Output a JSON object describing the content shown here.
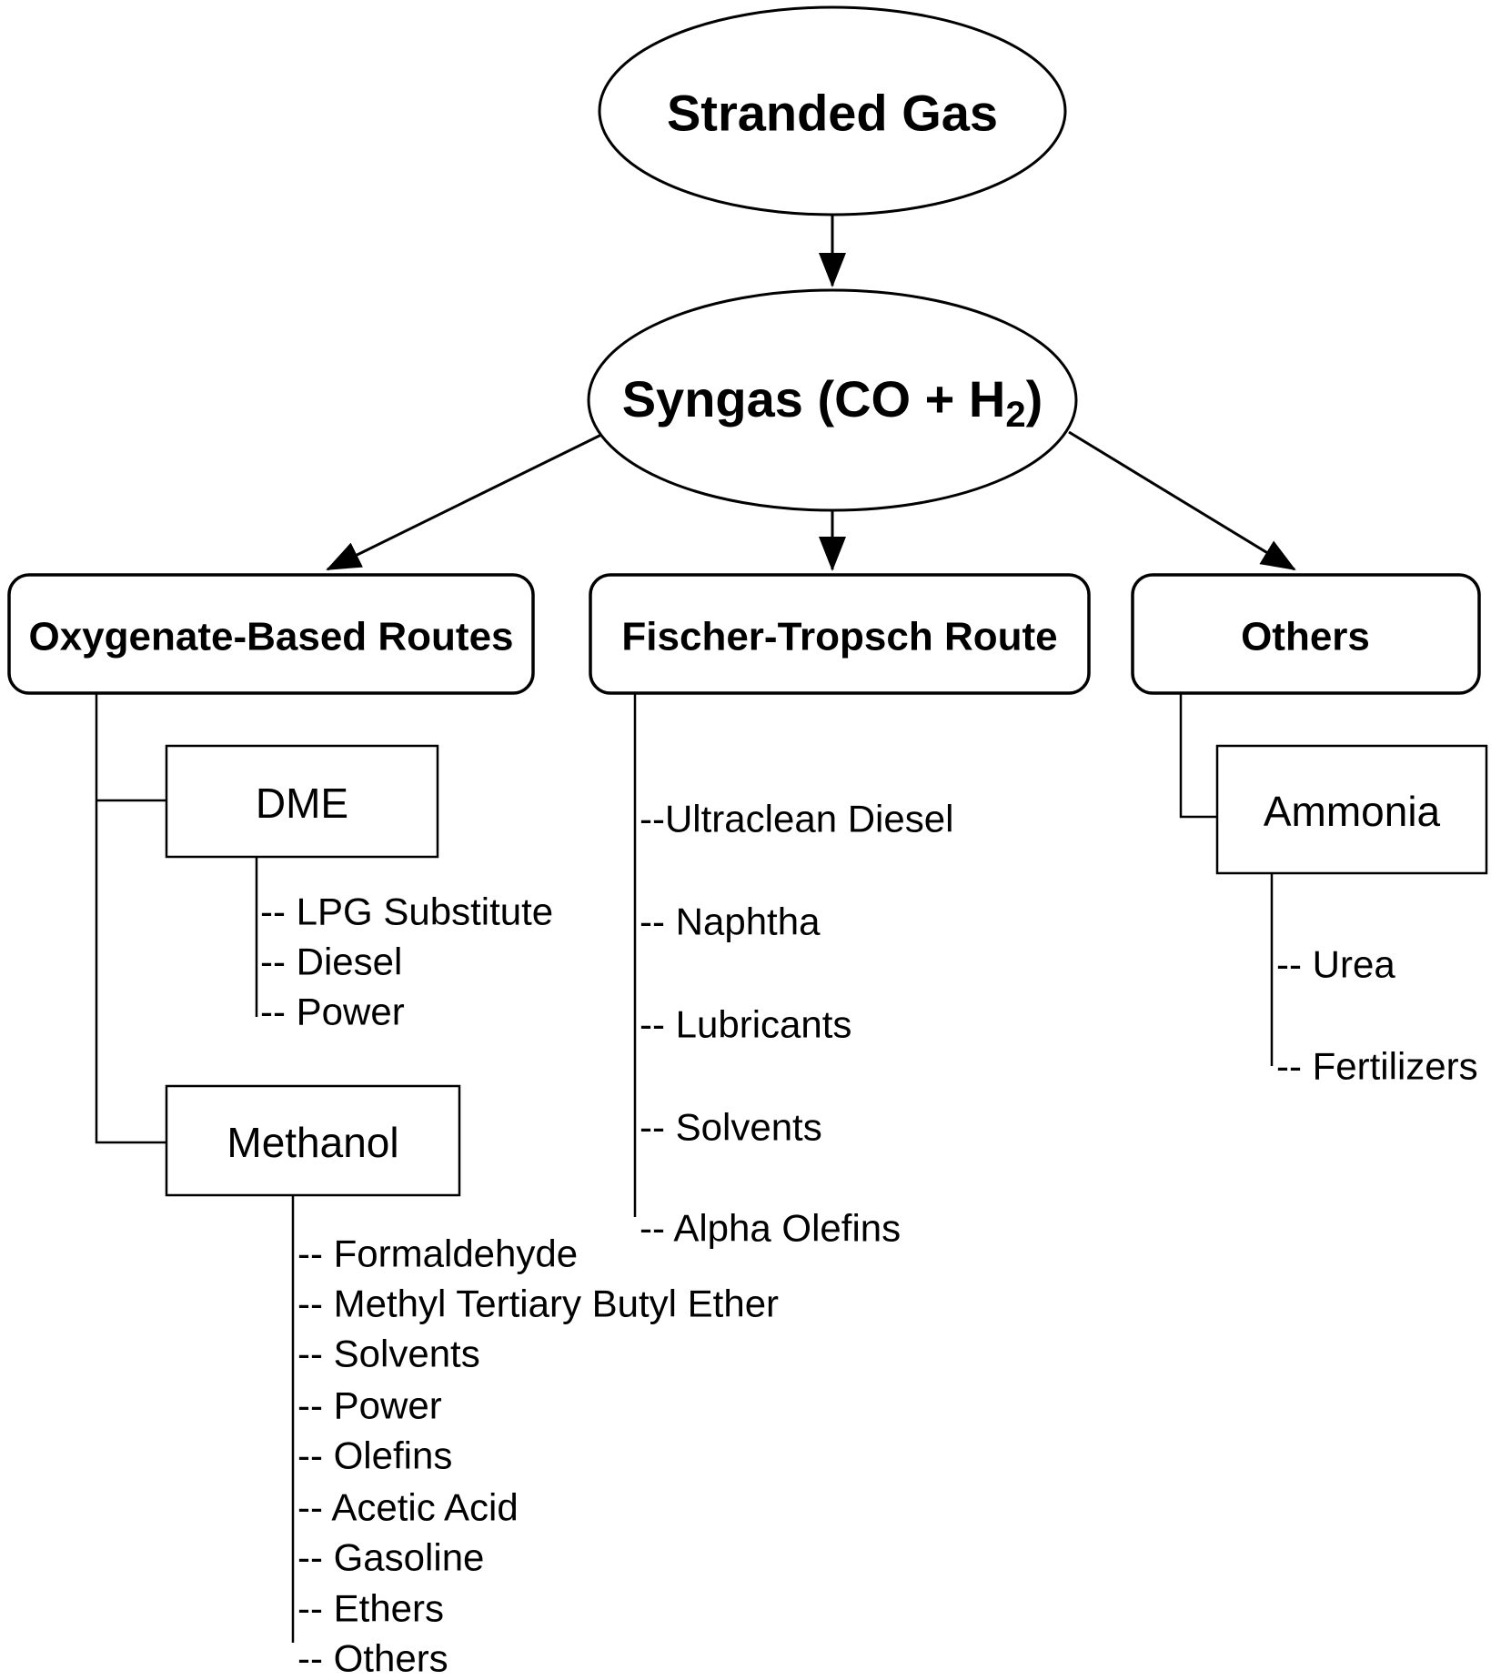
{
  "diagram": {
    "title_node": {
      "label": "Stranded Gas"
    },
    "syngas_node": {
      "pre": "Syngas (CO + H",
      "sub": "2",
      "post": ")"
    },
    "routes": {
      "oxygenate": {
        "label": "Oxygenate-Based Routes"
      },
      "fischer_tropsch": {
        "label": "Fischer-Tropsch Route"
      },
      "others": {
        "label": "Others"
      }
    },
    "oxygenate": {
      "dme": {
        "label": "DME",
        "items": [
          "-- LPG Substitute",
          "-- Diesel",
          "-- Power"
        ]
      },
      "methanol": {
        "label": "Methanol",
        "items": [
          "-- Formaldehyde",
          "-- Methyl Tertiary Butyl Ether",
          "-- Solvents",
          "-- Power",
          "-- Olefins",
          "-- Acetic Acid",
          "-- Gasoline",
          "-- Ethers",
          "-- Others"
        ]
      }
    },
    "fischer_tropsch": {
      "items": [
        "--Ultraclean Diesel",
        "-- Naphtha",
        "-- Lubricants",
        "-- Solvents",
        "-- Alpha Olefins"
      ]
    },
    "others": {
      "ammonia": {
        "label": "Ammonia",
        "items": [
          "-- Urea",
          "-- Fertilizers"
        ]
      }
    },
    "colors": {
      "stroke": "#000000",
      "background": "#ffffff",
      "text": "#000000"
    }
  }
}
